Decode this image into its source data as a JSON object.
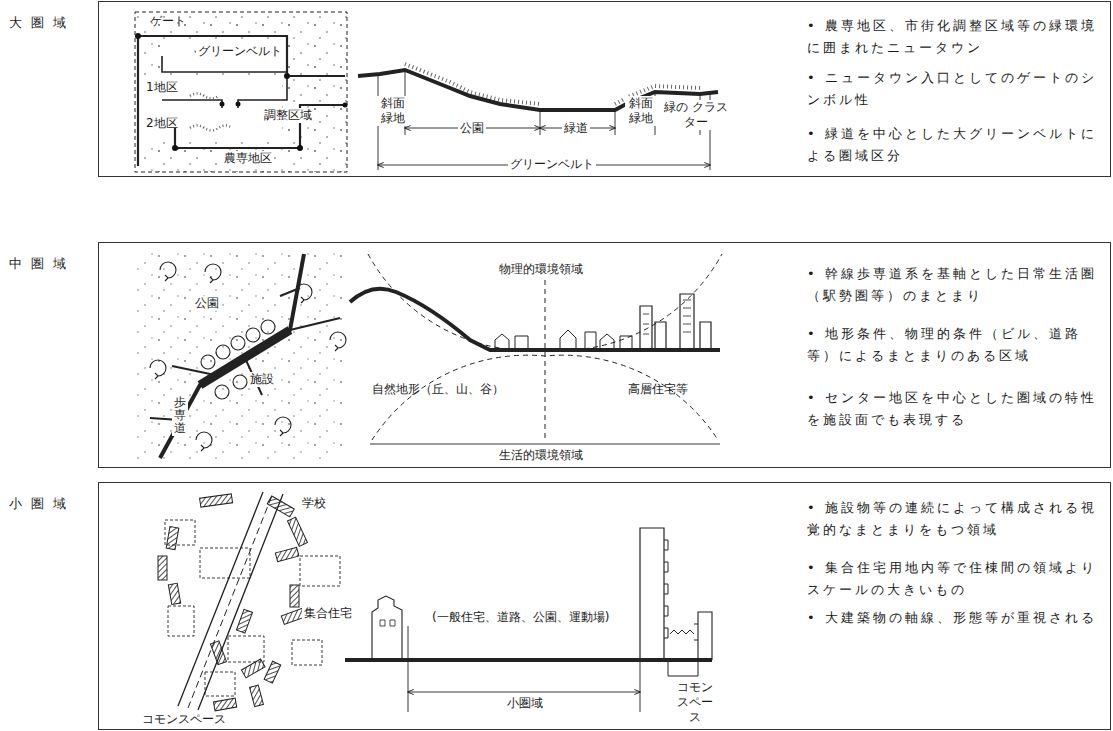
{
  "diagram": {
    "nodes": [
      {
        "text": [
          "大圏域",
          "• 農専地区、市街化調整区域等の緑環境に囲まれたニュータウン",
          "• ニュータウン入口としてのゲートのシンボル性",
          "• 緑道を中心とした大グリーンベルトによる圏域区分"
        ]
      },
      {
        "text": [
          "中圏域",
          "• 幹線歩専道系を基軸とした日常生活圏（駅勢圏等）のまとまり",
          "• 地形条件、物理的条件（ビル、道路等）によるまとまりのある区域",
          "• センター地区を中心とした圏域の特性を施設面でも表現する"
        ]
      },
      {
        "text": [
          "小圏域",
          "• 施設物等の連続によって構成される視覚的なまとまりをもつ領域",
          "• 集合住宅用地内等で住棟間の領域よりスケールの大きいもの",
          "• 大建築物の軸線、形態等が重視される"
        ]
      }
    ],
    "labels": [
      "ゲート",
      "グリーンベルト",
      "1地区",
      "調整区域",
      "2地区",
      "農専地区",
      "斜面 緑地",
      "公園",
      "緑道",
      "斜面 緑地",
      "緑の クラスター",
      "グリーンベルト",
      "公園",
      "歩専道",
      "施設",
      "物理的環境領域",
      "自然地形（丘、山、谷）",
      "高層住宅等",
      "生活的環境領域",
      "学校",
      "集合住宅",
      "コモンスペース",
      "(一般住宅、道路、公園、運動場)",
      "小圏域",
      "コモン スペース"
    ]
  }
}
